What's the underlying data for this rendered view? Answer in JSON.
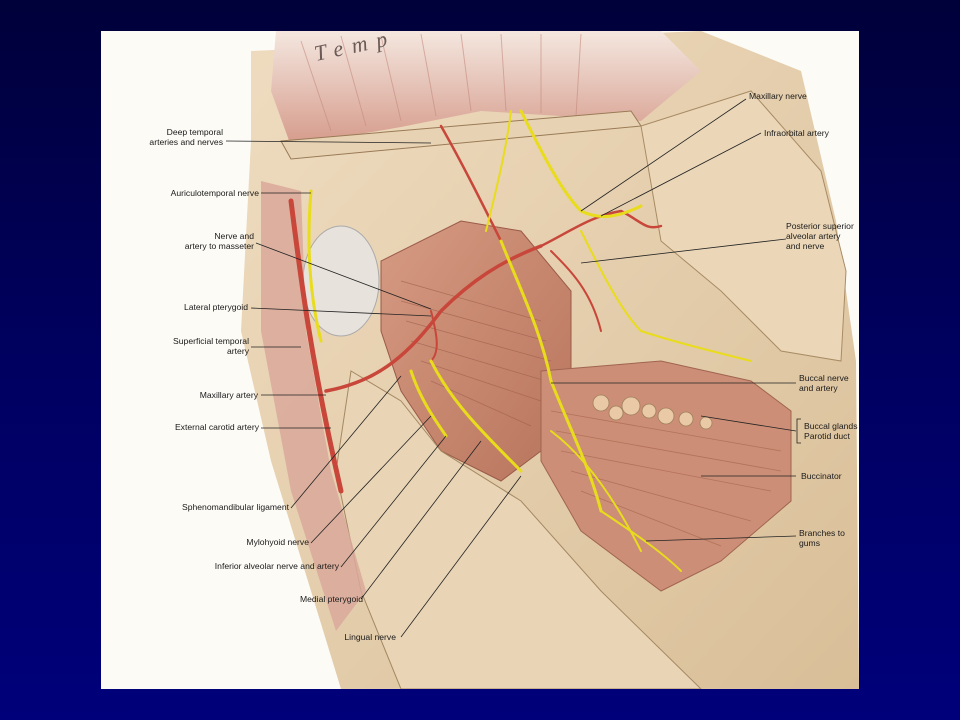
{
  "illustration": {
    "watermark_text": "Temp",
    "colors": {
      "background": "#00006a",
      "panel": "#fdfbf6",
      "bone": "#e6d2b0",
      "muscle": "#c88a70",
      "artery": "#c8463a",
      "nerve": "#e8dc1c"
    }
  },
  "labels": {
    "deep_temporal_1": "Deep temporal",
    "deep_temporal_2": "arteries and nerves",
    "auriculotemporal": "Auriculotemporal nerve",
    "masseter_1": "Nerve and",
    "masseter_2": "artery to masseter",
    "lateral_pterygoid": "Lateral pterygoid",
    "sup_temporal_1": "Superficial temporal",
    "sup_temporal_2": "artery",
    "maxillary_artery": "Maxillary artery",
    "external_carotid": "External carotid artery",
    "sphenomandibular": "Sphenomandibular ligament",
    "mylohyoid": "Mylohyoid nerve",
    "inferior_alveolar": "Inferior alveolar nerve and artery",
    "medial_pterygoid": "Medial pterygoid",
    "lingual": "Lingual nerve",
    "maxillary_nerve": "Maxillary nerve",
    "infraorbital": "Infraorbital artery",
    "psa_1": "Posterior superior",
    "psa_2": "alveolar artery",
    "psa_3": "and nerve",
    "buccal_1": "Buccal nerve",
    "buccal_2": "and artery",
    "buccal_glands": "Buccal glands",
    "parotid_duct": "Parotid duct",
    "buccinator": "Buccinator",
    "gums_1": "Branches to",
    "gums_2": "gums"
  }
}
